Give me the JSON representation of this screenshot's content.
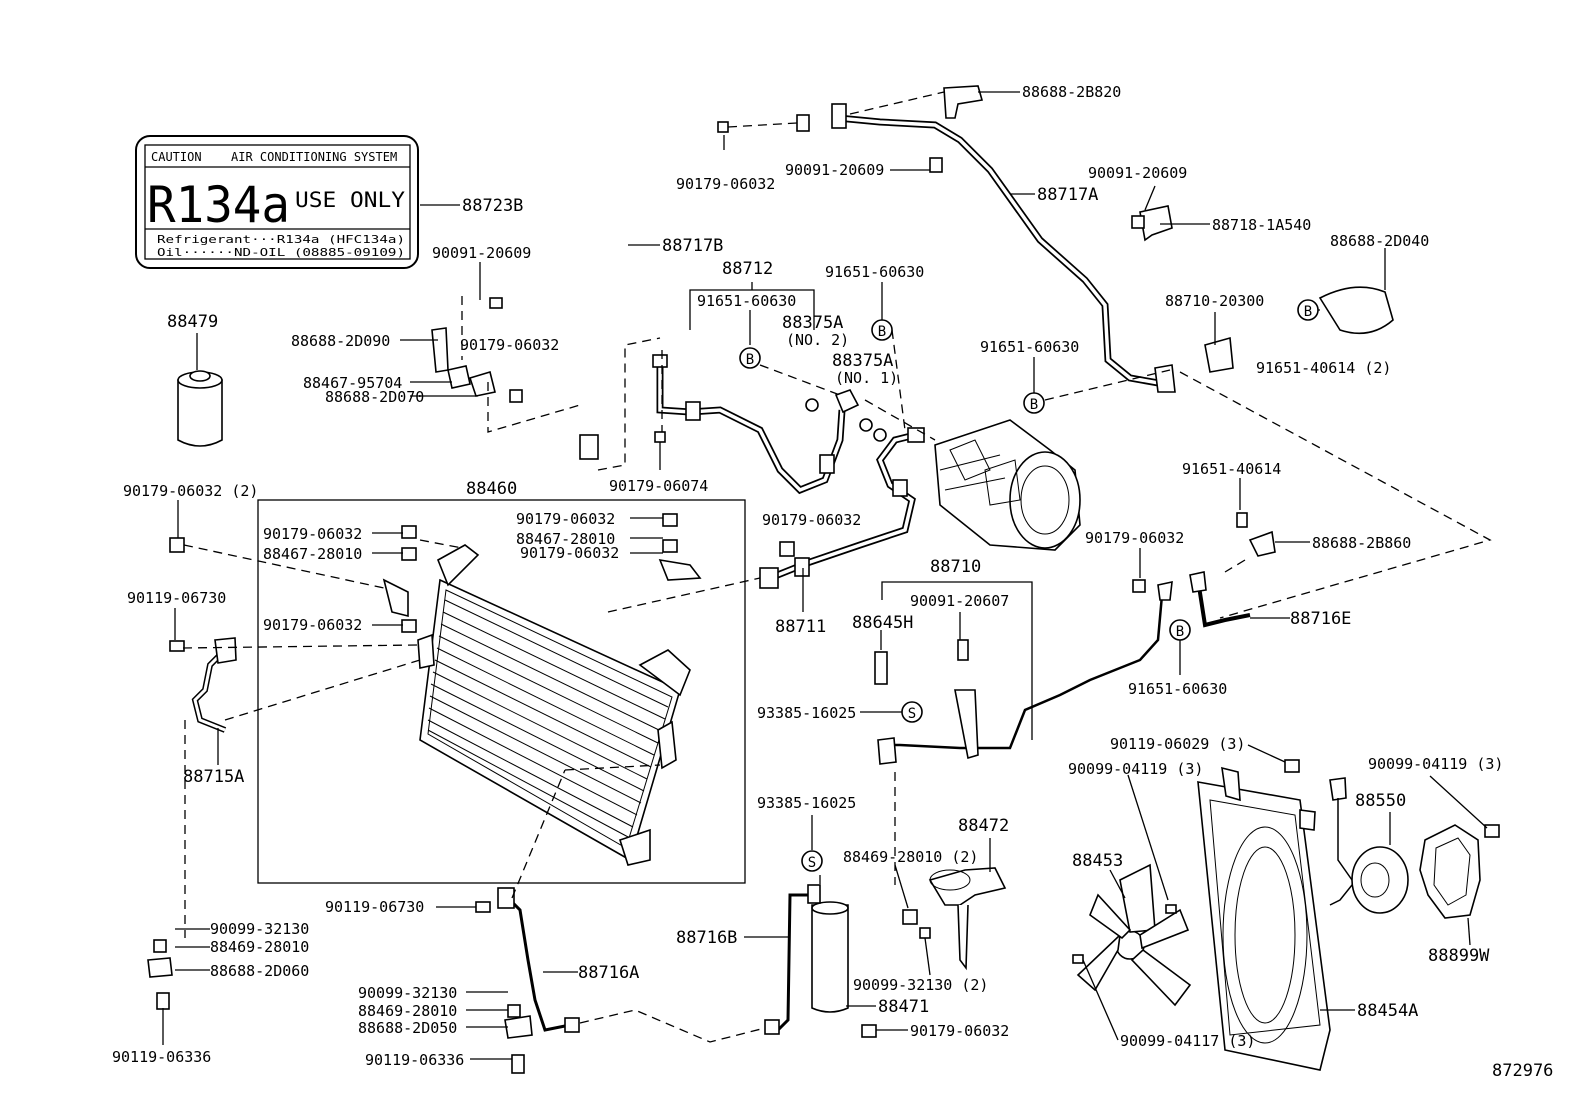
{
  "label": {
    "header_left": "CAUTION",
    "header_right": "AIR CONDITIONING SYSTEM",
    "big_text": "R134a",
    "use_only": "USE ONLY",
    "line1": "Refrigerant···R134a (HFC134a)",
    "line2": "Oil······ND-OIL (08885-09109)"
  },
  "symbols": {
    "B": "B",
    "S": "S"
  },
  "diagram_number": "872976",
  "parts": {
    "p88688_2B820": "88688-2B820",
    "p90179_06032_a": "90179-06032",
    "p90091_20609_a": "90091-20609",
    "p88717A": "88717A",
    "p90091_20609_b": "90091-20609",
    "p88718_1A540": "88718-1A540",
    "p88723B": "88723B",
    "p88717B": "88717B",
    "p88712": "88712",
    "p91651_60630_a": "91651-60630",
    "p91651_60630_b": "91651-60630",
    "p88688_2D040": "88688-2D040",
    "p88710_20300": "88710-20300",
    "p90091_20609_c": "90091-20609",
    "p88375A_2": "88375A",
    "p88375A_2_note": "(NO. 2)",
    "p88375A_1": "88375A",
    "p88375A_1_note": "(NO. 1)",
    "p91651_60630_c": "91651-60630",
    "p91651_40614_2": "91651-40614 (2)",
    "p88479": "88479",
    "p88688_2D090": "88688-2D090",
    "p90179_06032_b": "90179-06032",
    "p88467_95704": "88467-95704",
    "p88688_2D070": "88688-2D070",
    "p90179_06074": "90179-06074",
    "p88460": "88460",
    "p90179_06032_2": "90179-06032 (2)",
    "p91651_40614": "91651-40614",
    "p90179_06032_c": "90179-06032",
    "p88467_28010_a": "88467-28010",
    "p90179_06032_d": "90179-06032",
    "p88467_28010_b": "88467-28010",
    "p90179_06032_e": "90179-06032",
    "p90179_06032_f": "90179-06032",
    "p90179_06032_g": "90179-06032",
    "p88688_2B860": "88688-2B860",
    "p88710": "88710",
    "p90091_20607": "90091-20607",
    "p90119_06730_a": "90119-06730",
    "p90179_06032_h": "90179-06032",
    "p88716E": "88716E",
    "p88711": "88711",
    "p88645H": "88645H",
    "p91651_60630_d": "91651-60630",
    "p93385_16025_a": "93385-16025",
    "p88715A": "88715A",
    "p90119_06029_3": "90119-06029 (3)",
    "p90099_04119_3a": "90099-04119 (3)",
    "p90099_04119_3b": "90099-04119 (3)",
    "p88550": "88550",
    "p93385_16025_b": "93385-16025",
    "p88472": "88472",
    "p88469_28010_2": "88469-28010 (2)",
    "p88453": "88453",
    "p90119_06730_b": "90119-06730",
    "p90099_32130_a": "90099-32130",
    "p88469_28010_a": "88469-28010",
    "p88688_2D060": "88688-2D060",
    "p88716B": "88716B",
    "p88716A": "88716A",
    "p90099_32130_2": "90099-32130 (2)",
    "p88899W": "88899W",
    "p90099_32130_b": "90099-32130",
    "p88471": "88471",
    "p88469_28010_b": "88469-28010",
    "p88454A": "88454A",
    "p88688_2D050": "88688-2D050",
    "p90179_06032_i": "90179-06032",
    "p90119_06336_a": "90119-06336",
    "p90099_04117_3": "90099-04117 (3)",
    "p90119_06336_b": "90119-06336"
  }
}
